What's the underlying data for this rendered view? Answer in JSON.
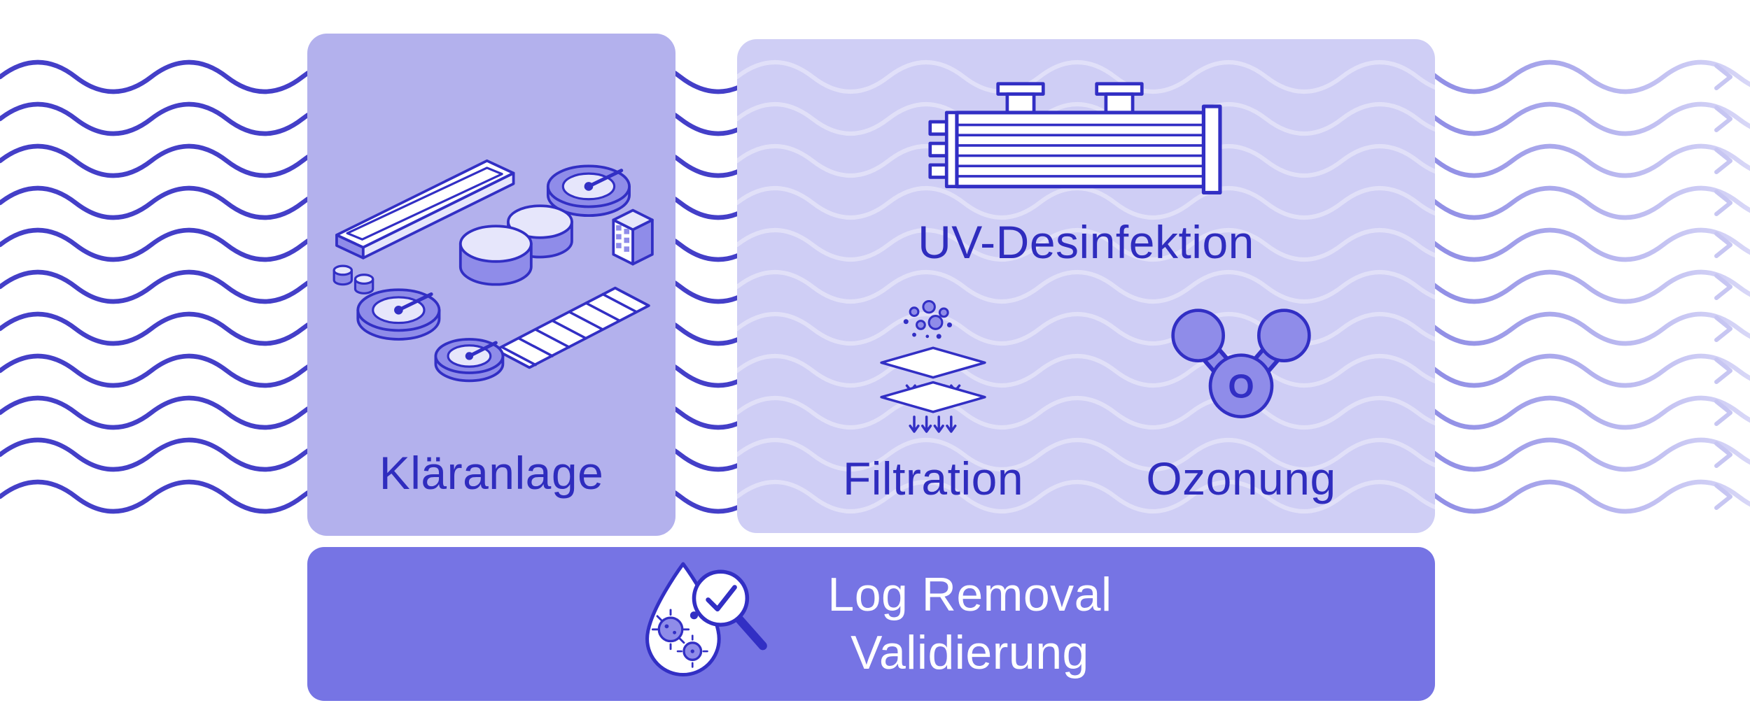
{
  "plant_card": {
    "label": "Kläranlage",
    "icon": "wastewater-treatment-plant-icon"
  },
  "treatment_card": {
    "uv": {
      "label": "UV-Desinfektion",
      "icon": "uv-disinfection-reactor-icon"
    },
    "filtration": {
      "label": "Filtration",
      "icon": "filtration-layers-icon"
    },
    "ozonung": {
      "label": "Ozonung",
      "icon": "ozone-molecule-icon",
      "molecule_label": "O"
    }
  },
  "validation_bar": {
    "line1": "Log Removal",
    "line2": "Validierung",
    "icon": "droplet-microbes-magnifier-icon"
  },
  "flow": {
    "left_waves": "water-flow-waves",
    "right_arrows": "flow-direction-chevrons"
  },
  "colors": {
    "ink": "#322fc4",
    "text": "#2f2cbe",
    "text_on_bar": "#ffffff",
    "wave_dark": "#443fc8",
    "wave_medium": "#9391e6",
    "wave_light": "#d8d7f7",
    "card_medium": "#b3b1ed",
    "card_light": "#cfcef5",
    "bar_background": "#7674e4",
    "fill_medium": "#8f8ce9",
    "fill_light": "#e6e6fb"
  }
}
